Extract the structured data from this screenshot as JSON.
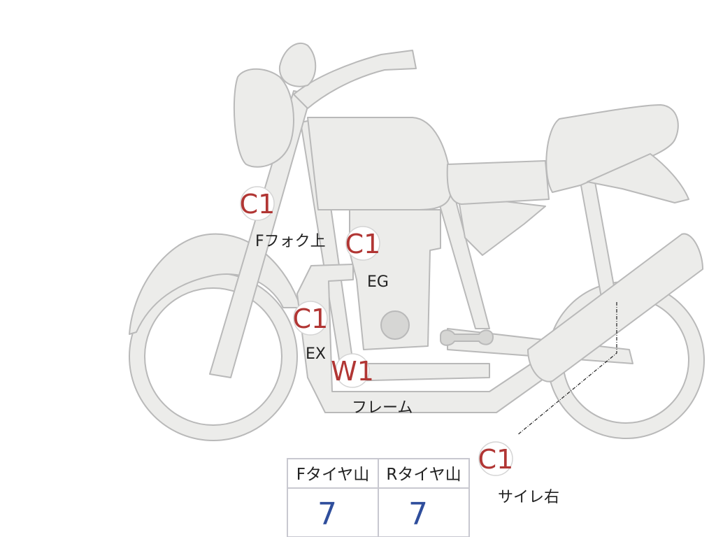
{
  "diagram": {
    "markers": [
      {
        "id": "fork",
        "code": "C1",
        "label": "Fフォク上"
      },
      {
        "id": "engine",
        "code": "C1",
        "label": "EG"
      },
      {
        "id": "exhaust",
        "code": "C1",
        "label": "EX"
      },
      {
        "id": "frame",
        "code": "W1",
        "label": "フレーム"
      },
      {
        "id": "muffler",
        "code": "C1",
        "label": "サイレ右"
      }
    ]
  },
  "tire_table": {
    "headers": [
      "Fタイヤ山",
      "Rタイヤ山"
    ],
    "values": [
      "7",
      "7"
    ]
  },
  "colors": {
    "marker_code": "#b13634",
    "table_value": "#2f4e9c",
    "bike_fill": "#ececea"
  }
}
